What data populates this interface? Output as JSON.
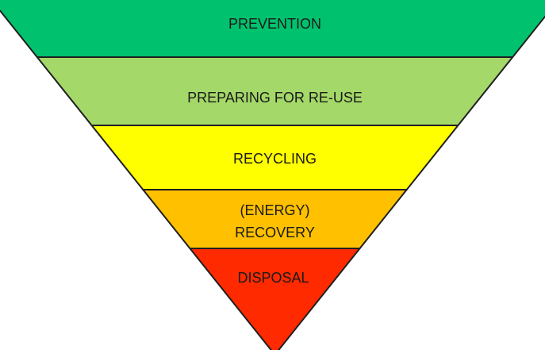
{
  "diagram": {
    "type": "inverted-pyramid",
    "tiers": [
      {
        "lines": [
          "PREVENTION"
        ],
        "color": "#00c26e"
      },
      {
        "lines": [
          "PREPARING FOR RE-USE"
        ],
        "color": "#a4d868"
      },
      {
        "lines": [
          "RECYCLING"
        ],
        "color": "#ffff00"
      },
      {
        "lines": [
          "(ENERGY)",
          "RECOVERY"
        ],
        "color": "#ffc000"
      },
      {
        "lines": [
          "DISPOSAL"
        ],
        "color": "#ff2a00"
      }
    ]
  }
}
